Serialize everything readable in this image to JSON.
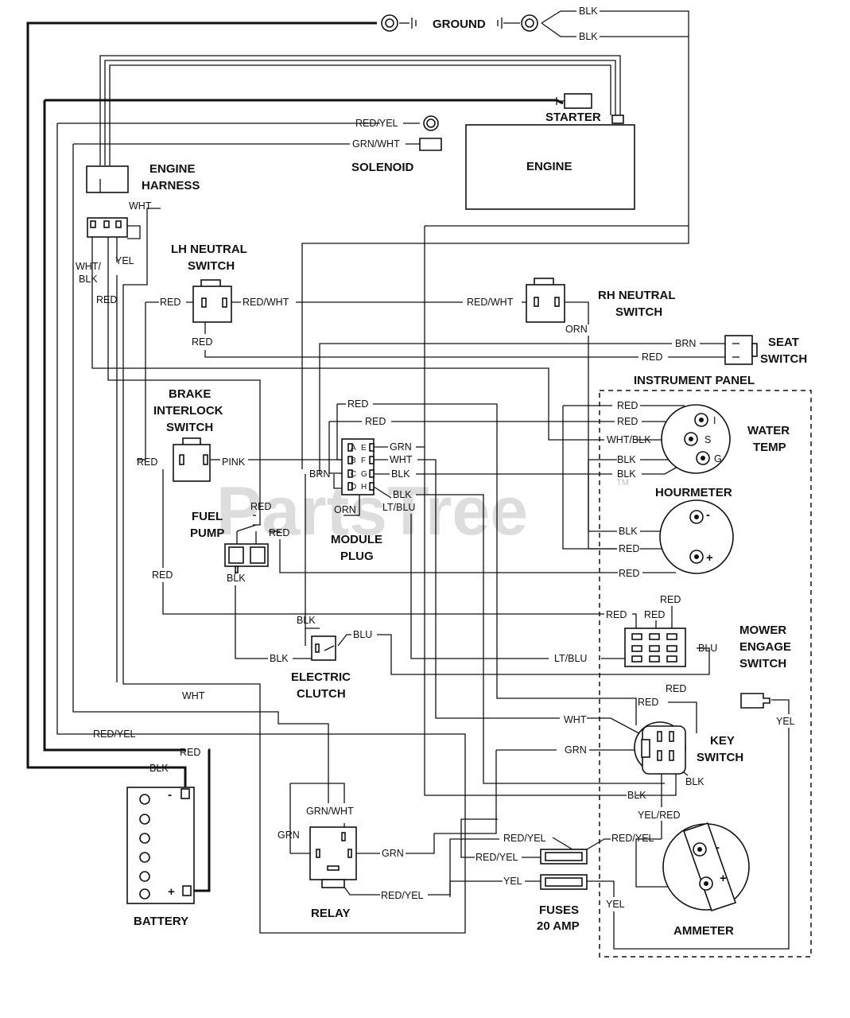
{
  "components": {
    "ground": "GROUND",
    "starter": "STARTER",
    "engine": "ENGINE",
    "solenoid": "SOLENOID",
    "engine_harness": [
      "ENGINE",
      "HARNESS"
    ],
    "lh_neutral_switch": [
      "LH NEUTRAL",
      "SWITCH"
    ],
    "rh_neutral_switch": [
      "RH NEUTRAL",
      "SWITCH"
    ],
    "seat_switch": [
      "SEAT",
      "SWITCH"
    ],
    "instrument_panel": "INSTRUMENT PANEL",
    "brake_interlock_switch": [
      "BRAKE",
      "INTERLOCK",
      "SWITCH"
    ],
    "water_temp": [
      "WATER",
      "TEMP"
    ],
    "hourmeter": "HOURMETER",
    "fuel_pump": [
      "FUEL",
      "PUMP"
    ],
    "module_plug": [
      "MODULE",
      "PLUG"
    ],
    "mower_engage_switch": [
      "MOWER",
      "ENGAGE",
      "SWITCH"
    ],
    "electric_clutch": [
      "ELECTRIC",
      "CLUTCH"
    ],
    "key_switch": [
      "KEY",
      "SWITCH"
    ],
    "battery": "BATTERY",
    "relay": "RELAY",
    "fuses": [
      "FUSES",
      "20 AMP"
    ],
    "ammeter": "AMMETER"
  },
  "terminals": {
    "minus": "-",
    "plus": "+",
    "water_i": "I",
    "water_s": "S",
    "water_g": "G",
    "module_pins": [
      "A",
      "B",
      "C",
      "D",
      "E",
      "F",
      "G",
      "H"
    ]
  },
  "wire_labels": {
    "blk": "BLK",
    "red": "RED",
    "red_yel": "RED/YEL",
    "grn_wht": "GRN/WHT",
    "wht": "WHT",
    "wht_blk_1": "WHT/",
    "wht_blk_2": "BLK",
    "yel": "YEL",
    "red_wht": "RED/WHT",
    "orn": "ORN",
    "brn": "BRN",
    "pink": "PINK",
    "grn": "GRN",
    "lt_blu": "LT/BLU",
    "blu": "BLU",
    "wht_blk": "WHT/BLK",
    "yel_red": "YEL/RED"
  },
  "watermark": "PartsTree",
  "trademark": "TM"
}
